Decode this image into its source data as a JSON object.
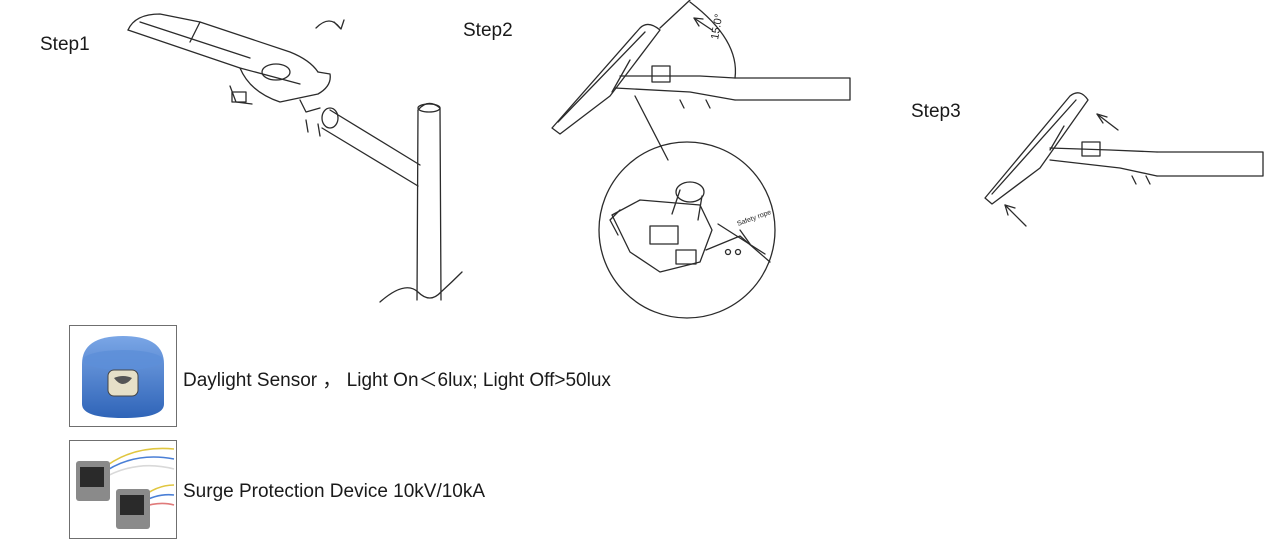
{
  "steps": {
    "step1": "Step1",
    "step2": "Step2",
    "step3": "Step3"
  },
  "annotations": {
    "angle": "15.0°",
    "safety_rope": "Safety rope"
  },
  "accessories": [
    {
      "caption": "Daylight Sensor ， Light On＜6lux; Light Off>50lux",
      "icon": "daylight-sensor-photo"
    },
    {
      "caption": "Surge Protection Device 10kV/10kA",
      "icon": "surge-protector-photo"
    }
  ],
  "colors": {
    "line": "#2b2b2b",
    "sensor_blue": "#3f78c9"
  }
}
